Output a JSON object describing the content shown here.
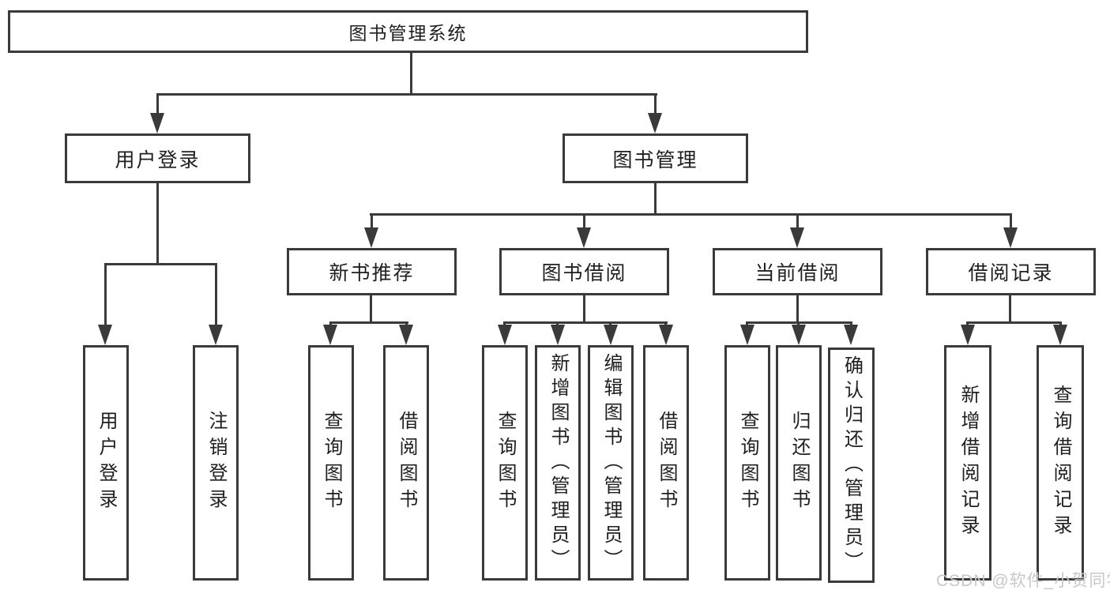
{
  "diagram": {
    "title": "图书管理系统",
    "level2": {
      "user_login": "用户登录",
      "book_mgmt": "图书管理"
    },
    "level3": {
      "new_books": "新书推荐",
      "book_borrow": "图书借阅",
      "current_borrow": "当前借阅",
      "borrow_records": "借阅记录"
    },
    "leaves": {
      "user_login": [
        "用户登录",
        "注销登录"
      ],
      "new_books": [
        "查询图书",
        "借阅图书"
      ],
      "book_borrow": [
        "查询图书",
        "新增图书（管理员）",
        "编辑图书（管理员）",
        "借阅图书"
      ],
      "current_borrow": [
        "查询图书",
        "归还图书",
        "确认归还（管理员）"
      ],
      "borrow_records": [
        "新增借阅记录",
        "查询借阅记录"
      ]
    },
    "watermark": "CSDN @软件_小贺同学",
    "colors": {
      "line": "#3a3a3a",
      "text": "#1f1f1f",
      "watermark": "#c9c7c7",
      "background": "#ffffff"
    }
  }
}
